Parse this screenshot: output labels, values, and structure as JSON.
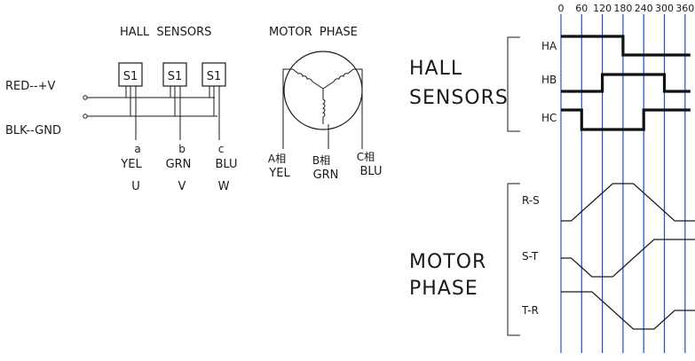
{
  "left_titles": {
    "hall": "HALL  SENSORS",
    "motor": "MOTOR  PHASE"
  },
  "supply": {
    "red": "RED--+V",
    "blk": "BLK--GND"
  },
  "sensors": [
    {
      "chip": "S1",
      "letter": "a",
      "color": "YEL",
      "phase": "U"
    },
    {
      "chip": "S1",
      "letter": "b",
      "color": "GRN",
      "phase": "V"
    },
    {
      "chip": "S1",
      "letter": "c",
      "color": "BLU",
      "phase": "W"
    }
  ],
  "motor_leads": [
    {
      "phase": "A相",
      "color": "YEL"
    },
    {
      "phase": "B相",
      "color": "GRN"
    },
    {
      "phase": "C相",
      "color": "BLU"
    }
  ],
  "timing": {
    "angles": [
      "0",
      "60",
      "120",
      "180",
      "240",
      "300",
      "360"
    ],
    "hall_title": [
      "HALL",
      "SENSORS"
    ],
    "motor_title": [
      "MOTOR",
      "PHASE"
    ],
    "hall_rows": [
      {
        "label": "HA",
        "levels": [
          1,
          1,
          1,
          0,
          0,
          0
        ]
      },
      {
        "label": "HB",
        "levels": [
          0,
          0,
          1,
          1,
          1,
          0
        ]
      },
      {
        "label": "HC",
        "levels": [
          1,
          0,
          0,
          0,
          1,
          1
        ]
      }
    ],
    "phase_rows": [
      {
        "label": "R-S",
        "levels": [
          -1,
          0,
          1,
          1,
          0,
          -1
        ]
      },
      {
        "label": "S-T",
        "levels": [
          0,
          -1,
          -1,
          0,
          1,
          1
        ]
      },
      {
        "label": "T-R",
        "levels": [
          1,
          1,
          0,
          -1,
          -1,
          0
        ]
      }
    ]
  }
}
